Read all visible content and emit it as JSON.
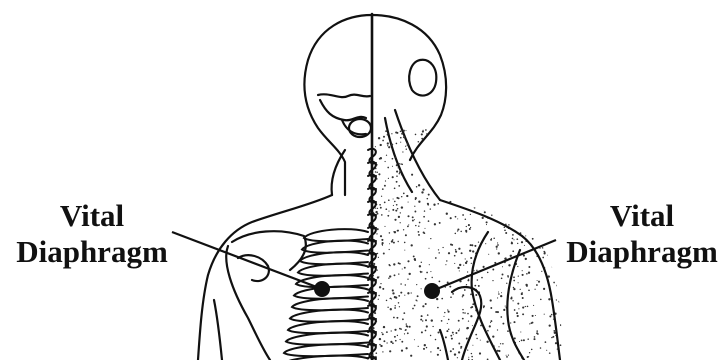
{
  "labels": {
    "left": {
      "line1": "Vital",
      "line2": "Diaphragm"
    },
    "right": {
      "line1": "Vital",
      "line2": "Diaphragm"
    }
  },
  "colors": {
    "ink": "#111111",
    "background": "#ffffff"
  }
}
